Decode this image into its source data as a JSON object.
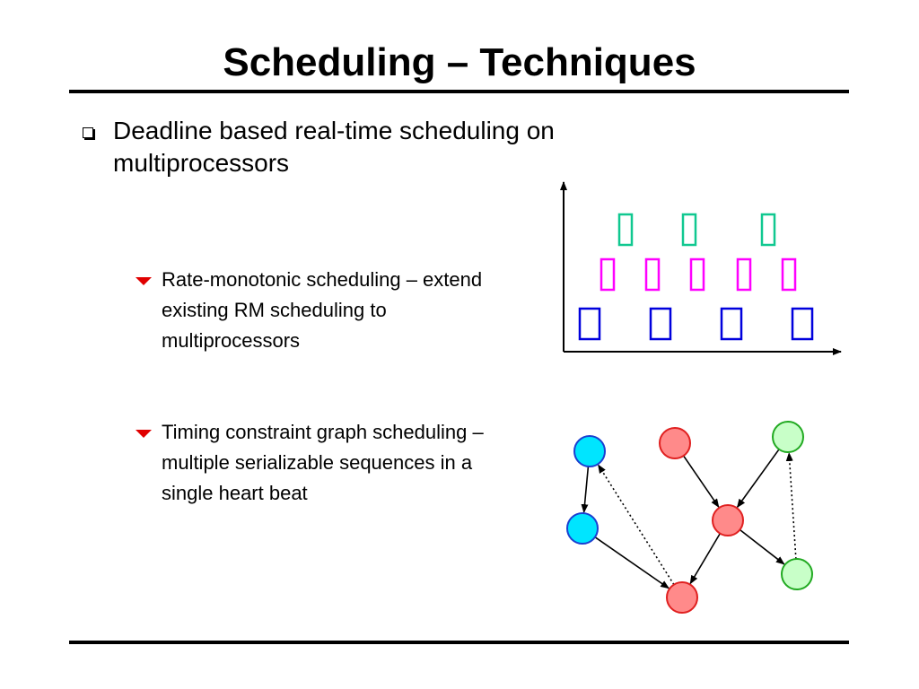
{
  "slide": {
    "title": "Scheduling – Techniques",
    "bullet": {
      "text": "Deadline based real-time scheduling on multiprocessors",
      "subbullets": [
        {
          "text": "Rate-monotonic scheduling – extend existing RM scheduling to multiprocessors"
        },
        {
          "text": "Timing constraint graph scheduling – multiple serializable sequences in a single heart beat"
        }
      ]
    }
  },
  "colors": {
    "red_marker": "#e00000",
    "task_green": "#10c890",
    "task_magenta": "#ff00ff",
    "task_blue": "#0000dd",
    "node_cyan": "#00e5ff",
    "node_red": "#ff8a8a",
    "node_green": "#c8ffc8"
  },
  "figure_rm": {
    "rows": [
      {
        "color": "task_green",
        "count": 3
      },
      {
        "color": "task_magenta",
        "count": 5
      },
      {
        "color": "task_blue",
        "count": 4
      }
    ]
  },
  "figure_graph": {
    "nodes": [
      {
        "id": "c1",
        "color": "node_cyan"
      },
      {
        "id": "c2",
        "color": "node_cyan"
      },
      {
        "id": "r1",
        "color": "node_red"
      },
      {
        "id": "r2",
        "color": "node_red"
      },
      {
        "id": "r3",
        "color": "node_red"
      },
      {
        "id": "g1",
        "color": "node_green"
      },
      {
        "id": "g2",
        "color": "node_green"
      }
    ],
    "edges": [
      {
        "from": "c1",
        "to": "c2",
        "style": "solid"
      },
      {
        "from": "c2",
        "to": "r3",
        "style": "solid"
      },
      {
        "from": "r1",
        "to": "r2",
        "style": "solid"
      },
      {
        "from": "r2",
        "to": "r3",
        "style": "solid"
      },
      {
        "from": "r2",
        "to": "g2",
        "style": "solid"
      },
      {
        "from": "g1",
        "to": "r2",
        "style": "solid"
      },
      {
        "from": "r3",
        "to": "c1",
        "style": "dotted"
      },
      {
        "from": "g2",
        "to": "g1",
        "style": "dotted"
      }
    ]
  }
}
